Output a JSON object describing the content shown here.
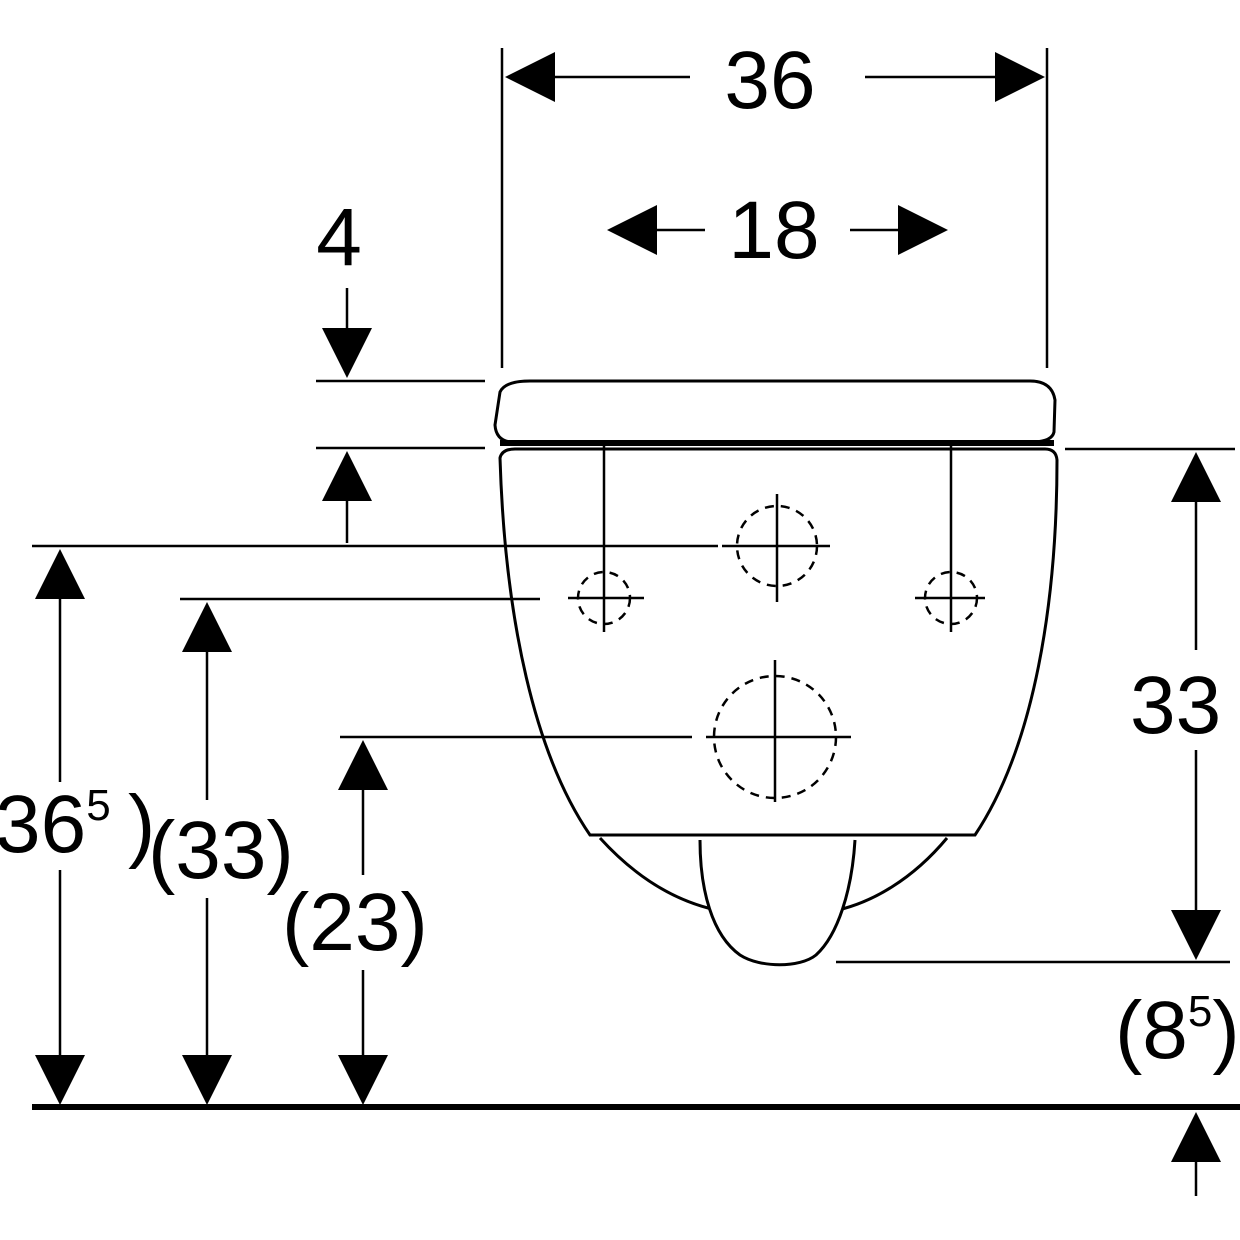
{
  "dimensions": {
    "overall_width": "36",
    "fixing_spacing": "18",
    "seat_thickness": "4",
    "projection_height": "33",
    "height_left_main": "36",
    "height_left_main_sup": "5",
    "height_left_second": "(33)",
    "height_left_third": "(23)",
    "floor_offset_main": "(8",
    "floor_offset_sup": "5",
    "floor_offset_close": ")"
  },
  "colors": {
    "line": "#000000",
    "background": "#ffffff"
  }
}
